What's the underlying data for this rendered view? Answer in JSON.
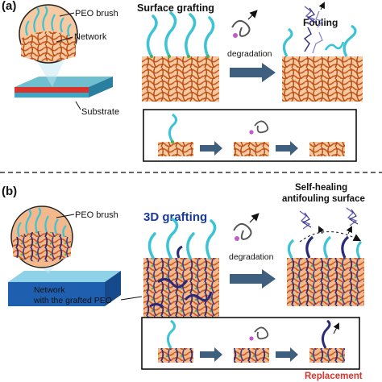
{
  "panel_a": {
    "letter": "(a)",
    "peo_brush": "PEO brush",
    "network": "Network",
    "substrate": "Substrate",
    "title": "Surface grafting",
    "degradation": "degradation",
    "fouling": "Fouling"
  },
  "panel_b": {
    "letter": "(b)",
    "peo_brush": "PEO brush",
    "network_line1": "Network",
    "network_line2": "with the grafted PEO",
    "title": "3D grafting",
    "degradation": "degradation",
    "self_healing_line1": "Self-healing",
    "self_healing_line2": "antifouling surface",
    "replacement": "Replacement"
  },
  "colors": {
    "brush": "#3cc3d6",
    "brush_dark": "#2a2a7a",
    "network_bg": "#f6c9a0",
    "network_strand": "#c85a1e",
    "substrate_red": "#d9342b",
    "substrate_blue": "#1f5fb0",
    "arrow": "#3f5f7f",
    "title_blue": "#1a3a9a",
    "replacement_red": "#d9342b"
  }
}
